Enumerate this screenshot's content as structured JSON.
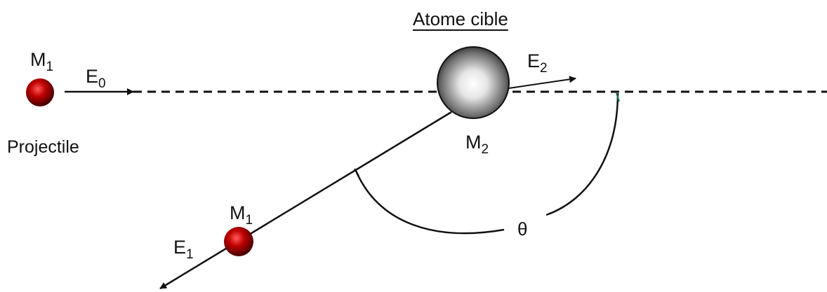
{
  "labels": {
    "target_title": "Atome cible",
    "projectile": "Projectile",
    "m1_start": {
      "base": "M",
      "sub": "1"
    },
    "e0": {
      "base": "E",
      "sub": "0"
    },
    "e2": {
      "base": "E",
      "sub": "2"
    },
    "m2": {
      "base": "M",
      "sub": "2"
    },
    "m1_scattered": {
      "base": "M",
      "sub": "1"
    },
    "e1": {
      "base": "E",
      "sub": "1"
    },
    "theta": "θ"
  },
  "colors": {
    "projectile_ball": "#b00000",
    "target_ball": "#8a8a8a",
    "lines": "#111111"
  }
}
